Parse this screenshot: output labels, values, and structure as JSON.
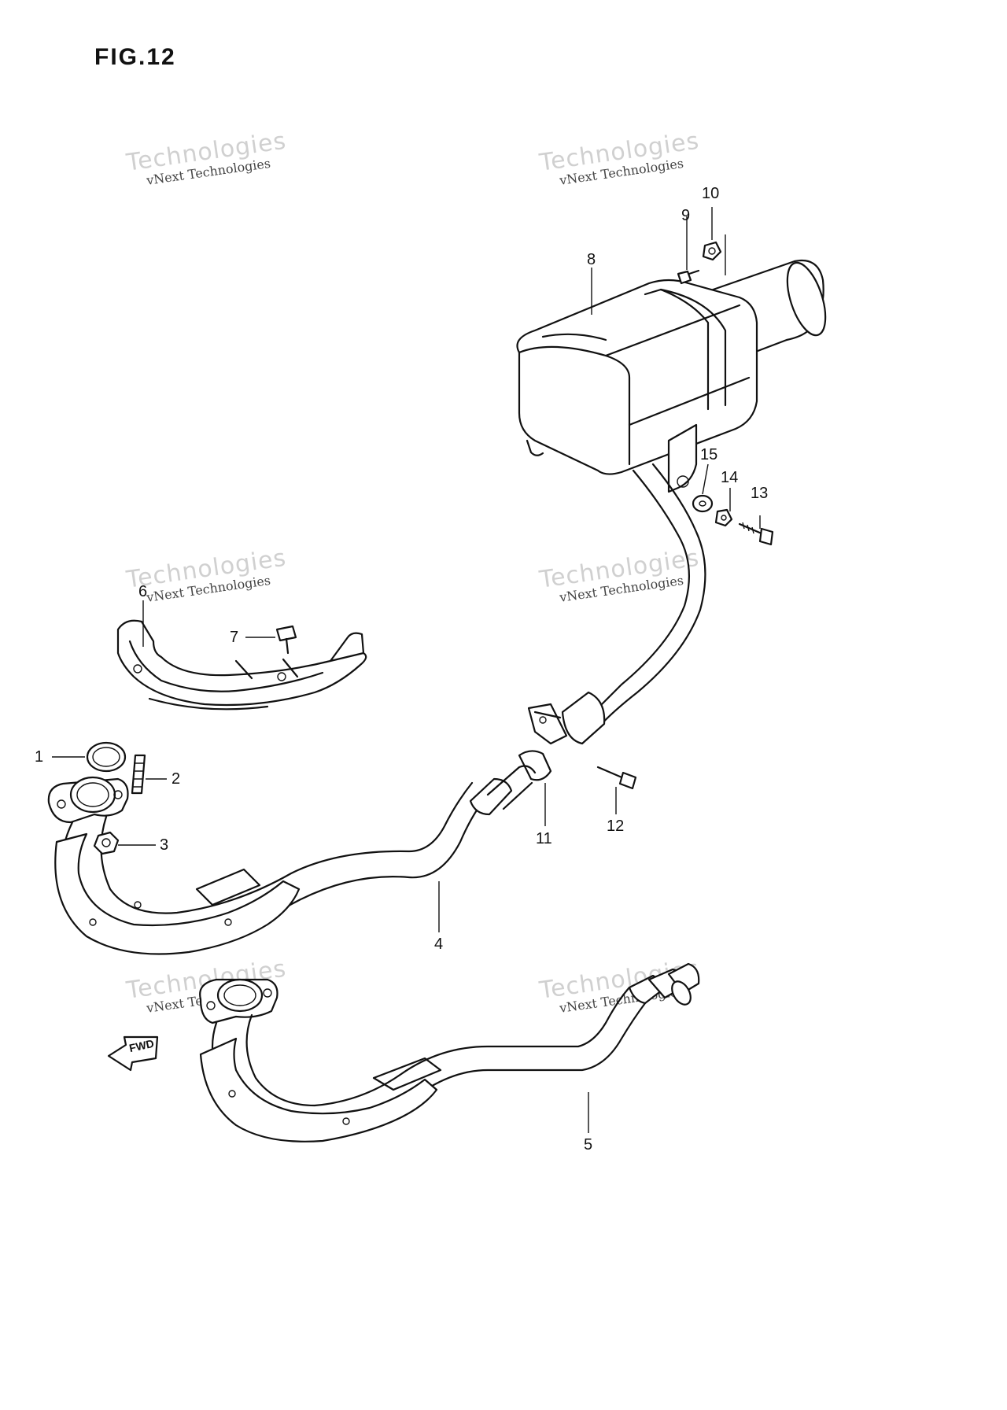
{
  "figure": {
    "title": "FIG.12"
  },
  "watermark": {
    "line1": "vNext Technologies",
    "line2": "vNext",
    "line3": "Technologies"
  },
  "callouts": [
    {
      "id": "1",
      "label": "1"
    },
    {
      "id": "2",
      "label": "2"
    },
    {
      "id": "3",
      "label": "3"
    },
    {
      "id": "4",
      "label": "4"
    },
    {
      "id": "5",
      "label": "5"
    },
    {
      "id": "6",
      "label": "6"
    },
    {
      "id": "7",
      "label": "7"
    },
    {
      "id": "8",
      "label": "8"
    },
    {
      "id": "9",
      "label": "9"
    },
    {
      "id": "10",
      "label": "10"
    },
    {
      "id": "11",
      "label": "11"
    },
    {
      "id": "12",
      "label": "12"
    },
    {
      "id": "13",
      "label": "13"
    },
    {
      "id": "14",
      "label": "14"
    },
    {
      "id": "15",
      "label": "15"
    }
  ],
  "direction_arrow": {
    "label": "FWD"
  }
}
